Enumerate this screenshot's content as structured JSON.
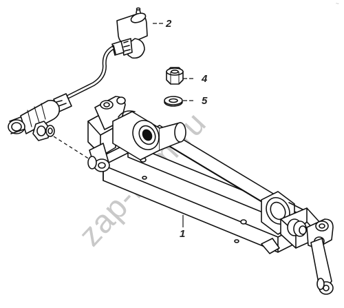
{
  "corner_mark": "~",
  "watermark": "zap-kam.ru",
  "callouts": [
    {
      "id": "1",
      "label": "1"
    },
    {
      "id": "2",
      "label": "2"
    },
    {
      "id": "4",
      "label": "4"
    },
    {
      "id": "5",
      "label": "5"
    }
  ],
  "colors": {
    "line": "#111111",
    "fill": "#ffffff",
    "watermark": "#c9c9c9"
  }
}
